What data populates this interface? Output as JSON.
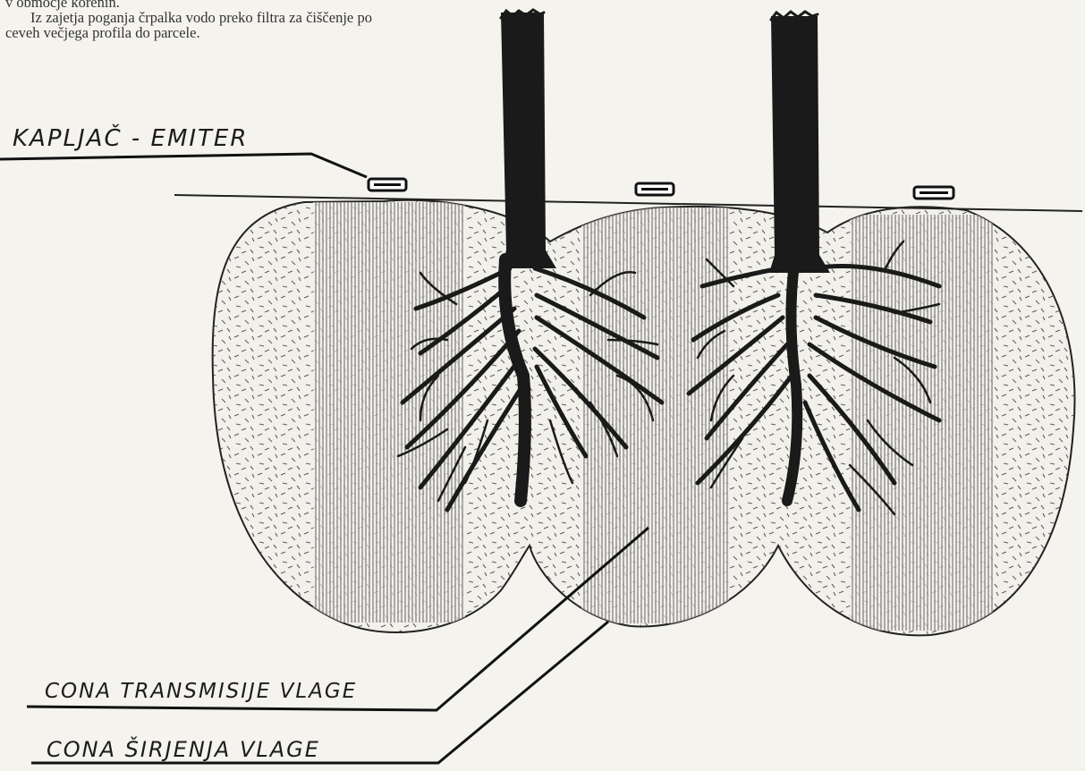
{
  "text": {
    "line1": "v območje korenin.",
    "paragraph": "Iz zajetja poganja črpalka vodo preko filtra za čiščenje po ceveh večjega profila do parcele."
  },
  "labels": {
    "emitter": "KAPLJAČ - EMITER",
    "transmission_zone": "CONA TRANSMISIJE VLAGE",
    "spreading_zone": "CONA ŠIRJENJA VLAGE"
  }
}
